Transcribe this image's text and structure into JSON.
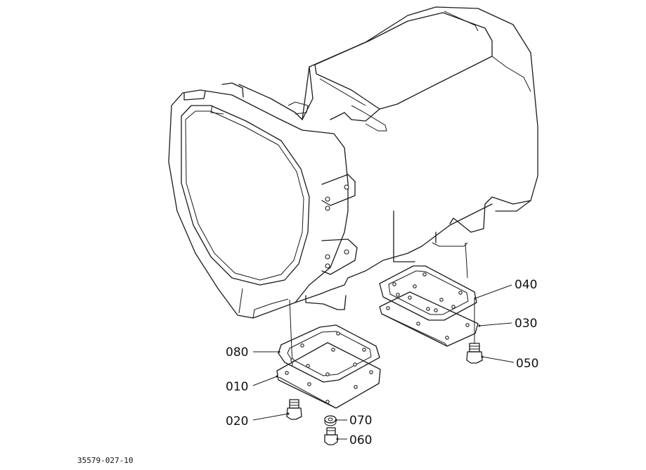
{
  "diagram": {
    "callouts": {
      "c040": "040",
      "c030": "030",
      "c050": "050",
      "c080": "080",
      "c010": "010",
      "c020": "020",
      "c070": "070",
      "c060": "060"
    },
    "drawing_code": "35579-027-10"
  }
}
